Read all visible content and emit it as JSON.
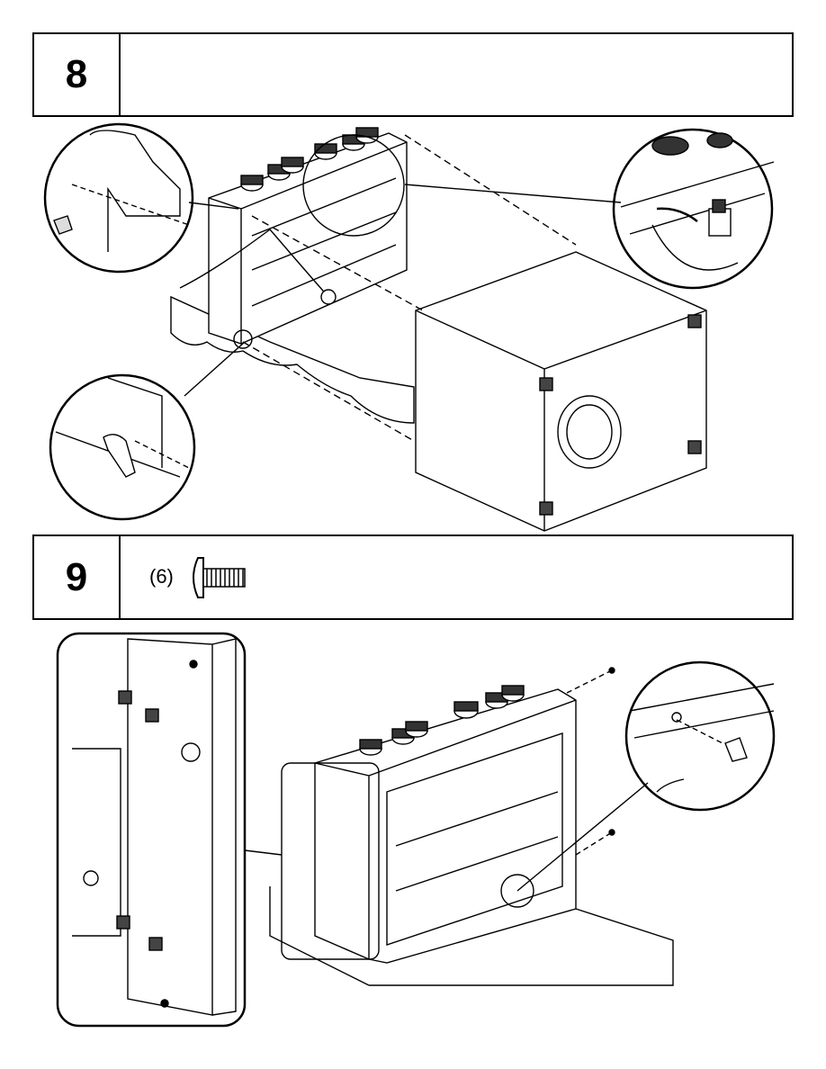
{
  "steps": [
    {
      "number": "8"
    },
    {
      "number": "9",
      "parts": {
        "quantity": "(6)",
        "part_icon": "screw-icon"
      }
    }
  ],
  "colors": {
    "line": "#000000",
    "background": "#ffffff",
    "fill_light": "#f2f2f2"
  }
}
